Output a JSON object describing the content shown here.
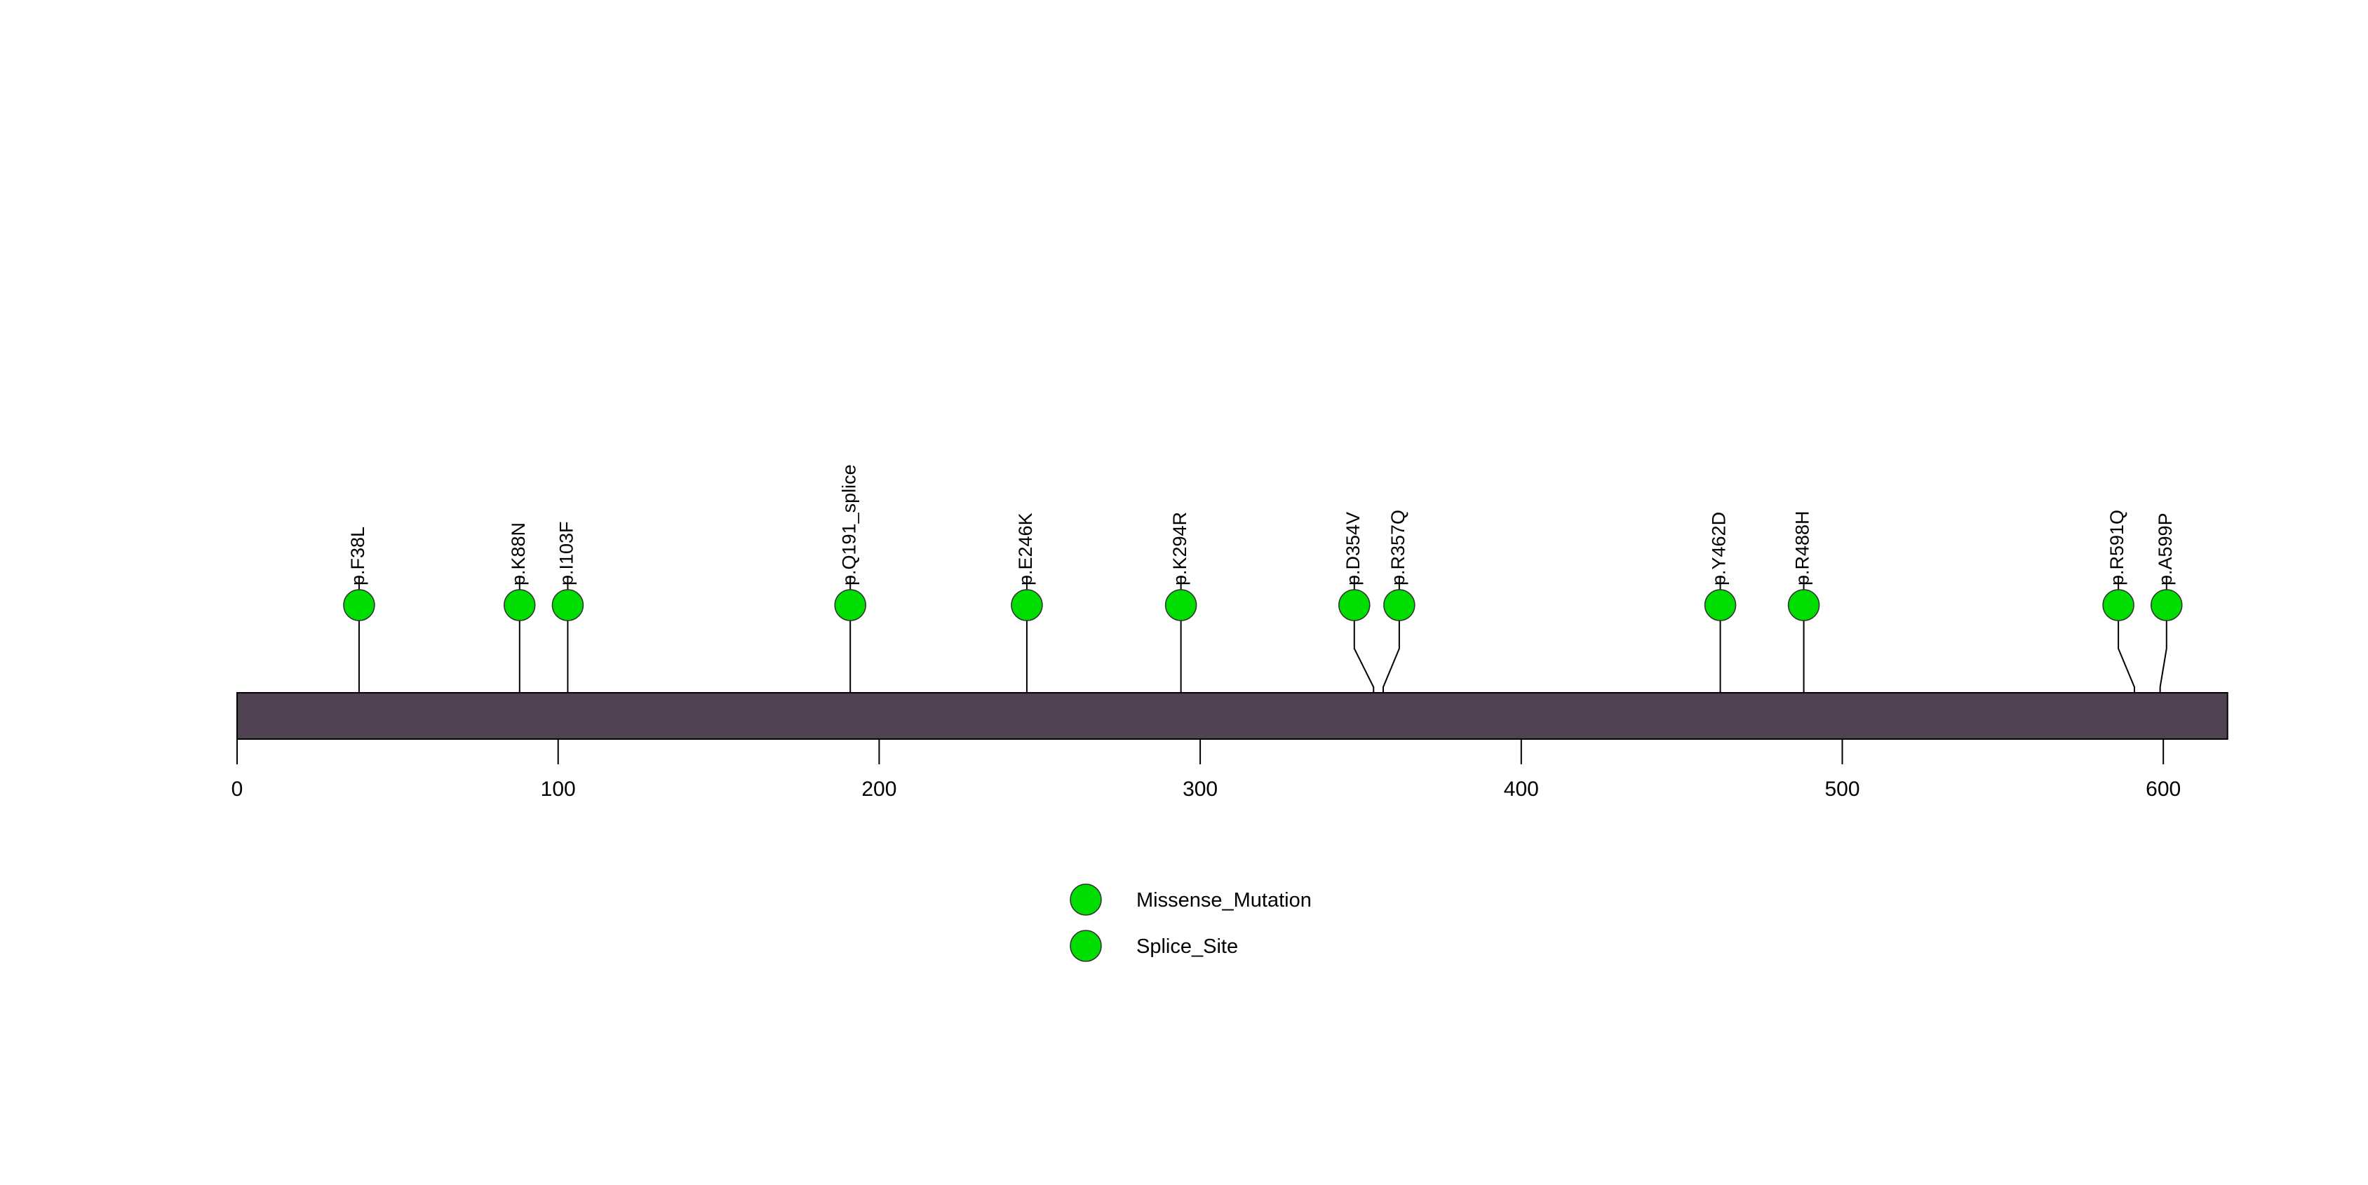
{
  "chart_data": {
    "type": "lollipop",
    "title": "",
    "xlabel": "",
    "ylabel": "",
    "xlim": [
      0,
      620
    ],
    "axis_ticks": [
      {
        "value": 0,
        "label": "0"
      },
      {
        "value": 100,
        "label": "100"
      },
      {
        "value": 200,
        "label": "200"
      },
      {
        "value": 300,
        "label": "300"
      },
      {
        "value": 400,
        "label": "400"
      },
      {
        "value": 500,
        "label": "500"
      },
      {
        "value": 600,
        "label": "600"
      }
    ],
    "protein_domain": {
      "start": 0,
      "end": 620,
      "color": "#504253",
      "border_color": "#000000"
    },
    "mutations": [
      {
        "label": "p.F38L",
        "position": 38,
        "label_position": 38,
        "type": "Missense_Mutation",
        "color": "#00DD00",
        "count": 1
      },
      {
        "label": "p.K88N",
        "position": 88,
        "label_position": 88,
        "type": "Missense_Mutation",
        "color": "#00DD00",
        "count": 1
      },
      {
        "label": "p.I103F",
        "position": 103,
        "label_position": 103,
        "type": "Missense_Mutation",
        "color": "#00DD00",
        "count": 1
      },
      {
        "label": "p.Q191_splice",
        "position": 191,
        "label_position": 191,
        "type": "Splice_Site",
        "color": "#00DD00",
        "count": 1
      },
      {
        "label": "p.E246K",
        "position": 246,
        "label_position": 246,
        "type": "Missense_Mutation",
        "color": "#00DD00",
        "count": 1
      },
      {
        "label": "p.K294R",
        "position": 294,
        "label_position": 294,
        "type": "Missense_Mutation",
        "color": "#00DD00",
        "count": 1
      },
      {
        "label": "p.D354V",
        "position": 354,
        "label_position": 348,
        "type": "Missense_Mutation",
        "color": "#00DD00",
        "count": 1
      },
      {
        "label": "p.R357Q",
        "position": 357,
        "label_position": 362,
        "type": "Missense_Mutation",
        "color": "#00DD00",
        "count": 1
      },
      {
        "label": "p.Y462D",
        "position": 462,
        "label_position": 462,
        "type": "Missense_Mutation",
        "color": "#00DD00",
        "count": 1
      },
      {
        "label": "p.R488H",
        "position": 488,
        "label_position": 488,
        "type": "Missense_Mutation",
        "color": "#00DD00",
        "count": 1
      },
      {
        "label": "p.R591Q",
        "position": 591,
        "label_position": 586,
        "type": "Missense_Mutation",
        "color": "#00DD00",
        "count": 1
      },
      {
        "label": "p.A599P",
        "position": 599,
        "label_position": 601,
        "type": "Missense_Mutation",
        "color": "#00DD00",
        "count": 1
      }
    ],
    "legend": {
      "position": "bottom-center",
      "entries": [
        {
          "label": "Missense_Mutation",
          "color": "#00DD00"
        },
        {
          "label": "Splice_Site",
          "color": "#00DD00"
        }
      ]
    }
  }
}
